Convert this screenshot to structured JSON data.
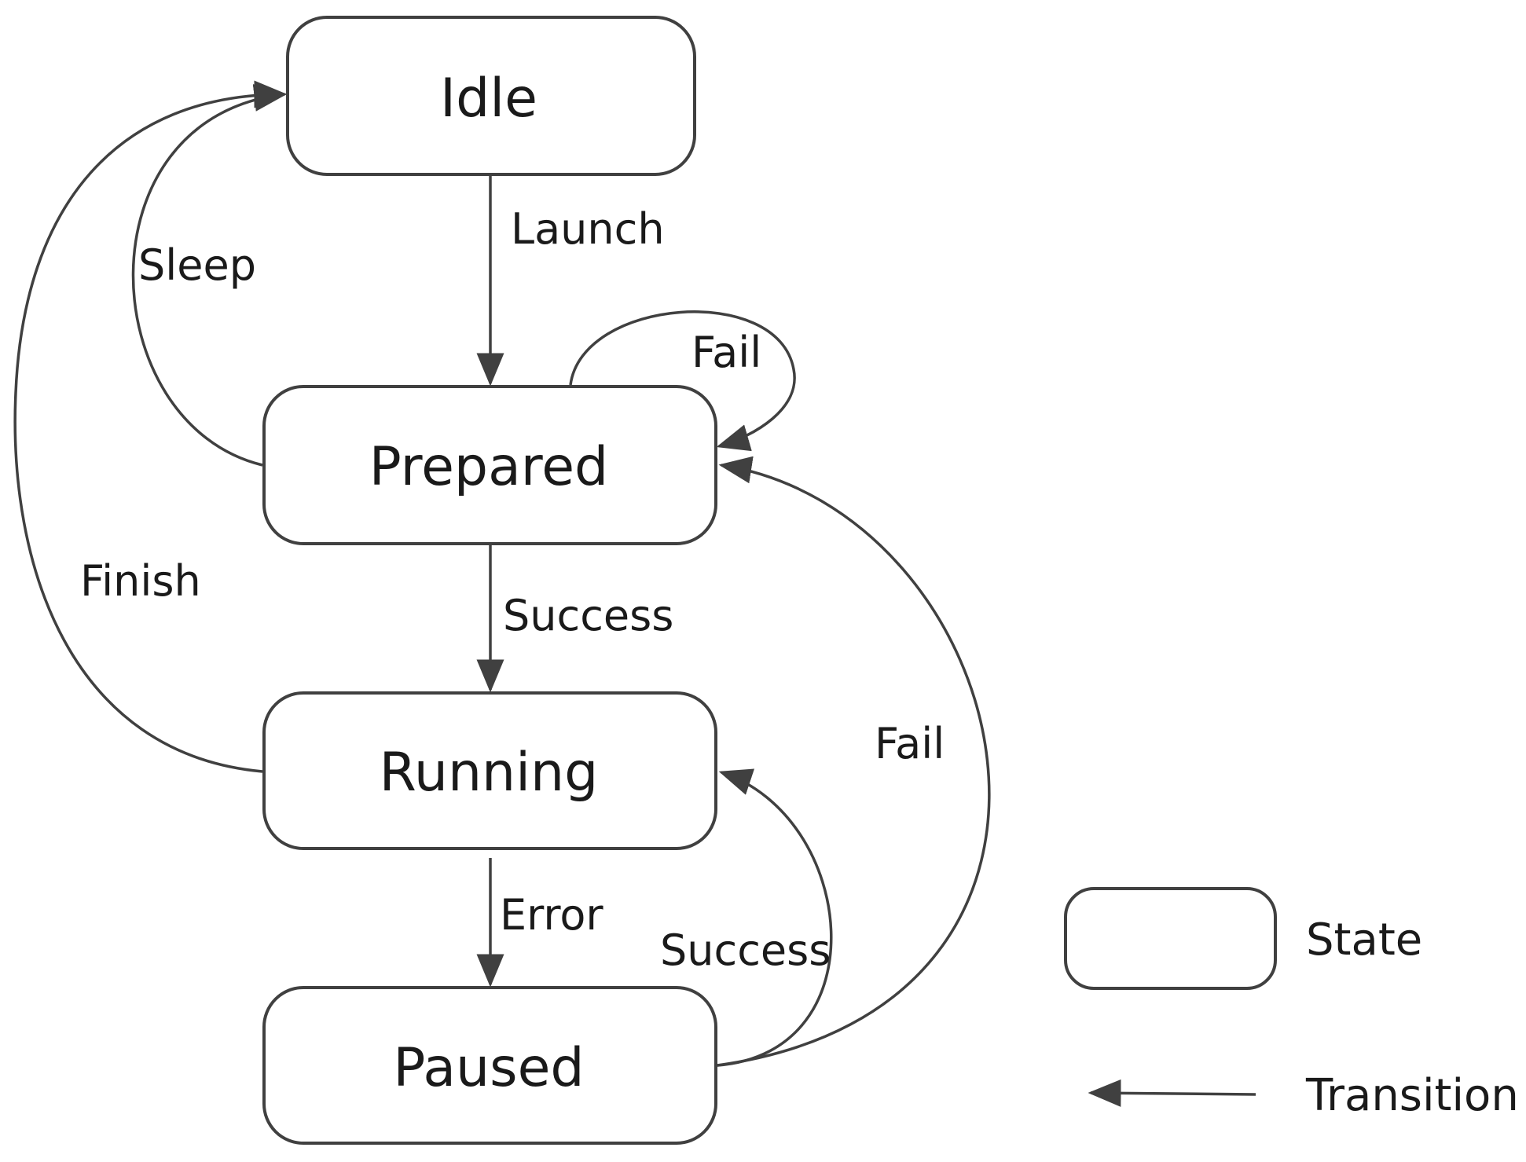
{
  "states": {
    "idle": "Idle",
    "prepared": "Prepared",
    "running": "Running",
    "paused": "Paused"
  },
  "transitions": {
    "launch": "Launch",
    "sleep": "Sleep",
    "fail_self": "Fail",
    "success_prepared_running": "Success",
    "finish": "Finish",
    "error": "Error",
    "success_paused_running": "Success",
    "fail_paused_prepared": "Fail"
  },
  "legend": {
    "state": "State",
    "transition": "Transition"
  },
  "colors": {
    "stroke": "#404040",
    "text": "#1a1a1a",
    "background": "#ffffff"
  }
}
